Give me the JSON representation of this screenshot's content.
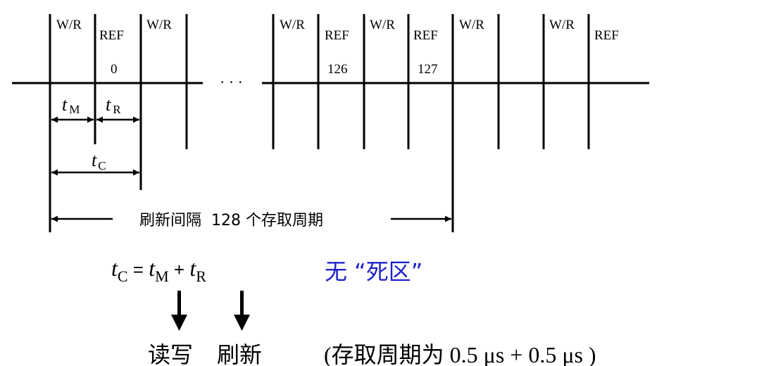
{
  "timeline": {
    "slots_left": [
      {
        "kind": "W/R"
      },
      {
        "kind": "REF",
        "index": "0"
      },
      {
        "kind": "W/R"
      }
    ],
    "slots_right": [
      {
        "kind": "W/R"
      },
      {
        "kind": "REF",
        "index": "126"
      },
      {
        "kind": "W/R"
      },
      {
        "kind": "REF",
        "index": "127"
      },
      {
        "kind": "W/R"
      },
      {
        "kind": "W/R"
      },
      {
        "kind": "REF"
      }
    ],
    "ellipsis": "· · ·"
  },
  "labels": {
    "tm": {
      "t": "t",
      "sub": "M"
    },
    "tr": {
      "t": "t",
      "sub": "R"
    },
    "tc": {
      "t": "t",
      "sub": "C"
    },
    "interval": "刷新间隔  128 个存取周期"
  },
  "formula": {
    "t": "t",
    "c": "C",
    "eq": " = ",
    "m": "M",
    "plus": " + ",
    "r": "R"
  },
  "no_dead_zone": "无 “死区”",
  "captions": {
    "read_write": "读写",
    "refresh": "刷新",
    "cycle_note": "(存取周期为 0.5 μs + 0.5 μs )"
  },
  "colors": {
    "ink": "#000000",
    "accent": "#1f22c8"
  }
}
